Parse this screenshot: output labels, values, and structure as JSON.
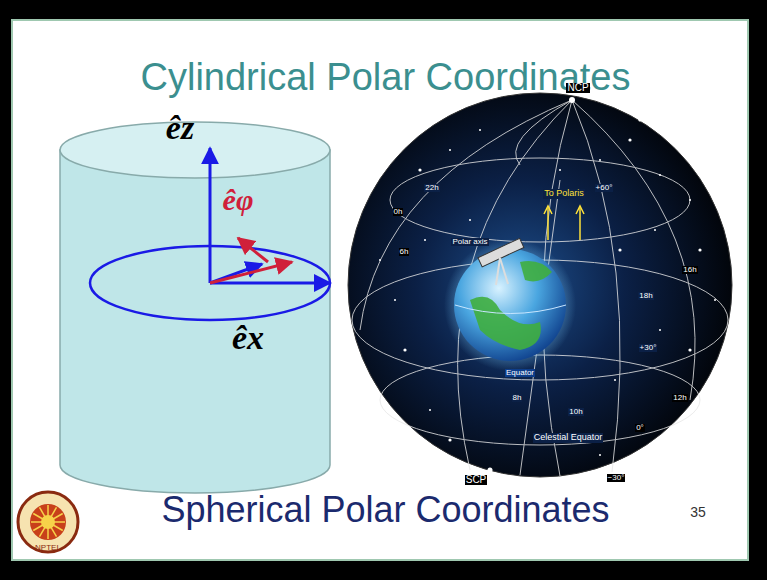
{
  "diagram": {
    "title": "Cylindrical Polar Coordinates",
    "caption": "Spherical Polar Coordinates",
    "labels": [
      "êz",
      "êφ",
      "êx",
      "NCP",
      "To Polaris",
      "Polar axis",
      "+60°",
      "22h",
      "0h",
      "6h",
      "18h",
      "16h",
      "+30°",
      "8h",
      "10h",
      "12h",
      "Equator",
      "Celestial Equator",
      "0°",
      "SCP",
      "−30°",
      "35",
      "NPTEL"
    ]
  }
}
